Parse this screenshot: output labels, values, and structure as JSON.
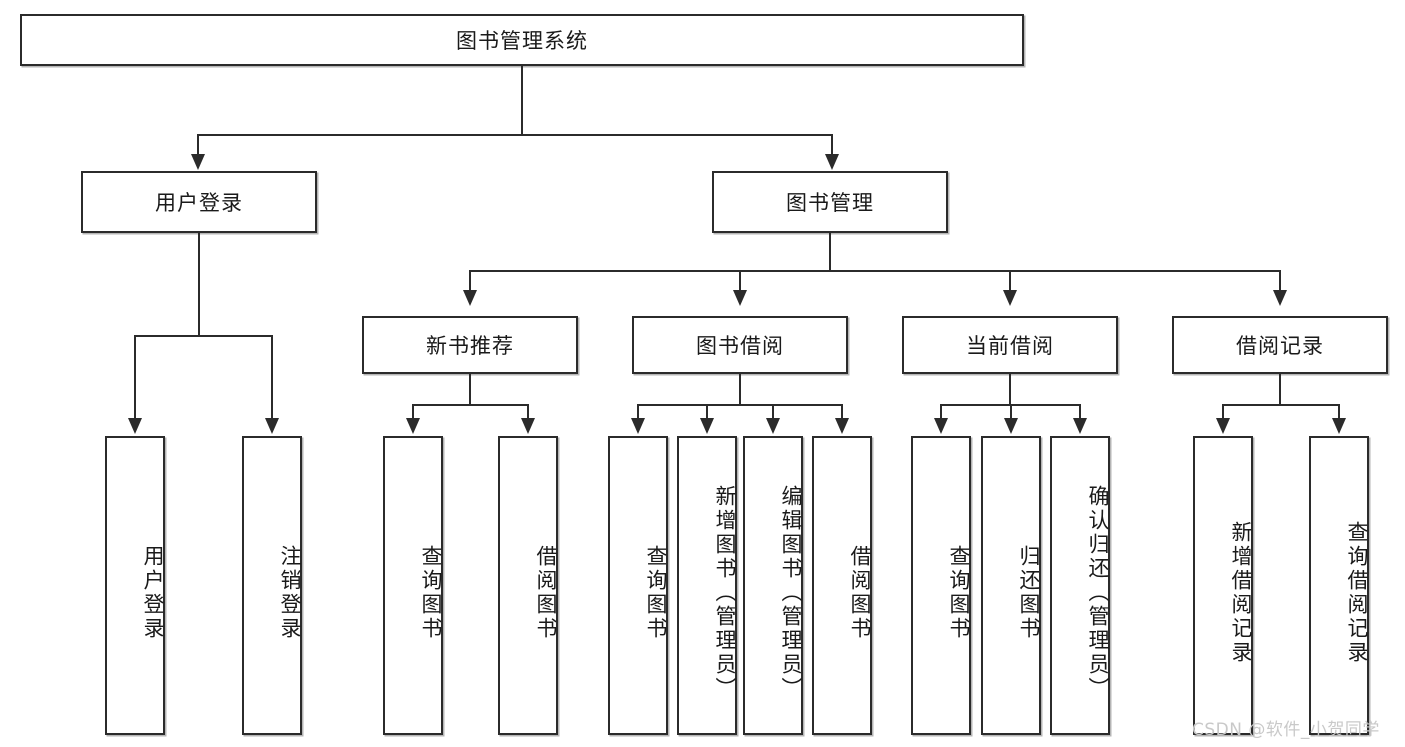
{
  "diagram": {
    "type": "hierarchy-tree",
    "title": "图书管理系统",
    "root": {
      "label": "图书管理系统"
    },
    "level2": [
      {
        "label": "用户登录"
      },
      {
        "label": "图书管理"
      }
    ],
    "level3": [
      {
        "label": "新书推荐"
      },
      {
        "label": "图书借阅"
      },
      {
        "label": "当前借阅"
      },
      {
        "label": "借阅记录"
      }
    ],
    "leaves": {
      "user_login": [
        {
          "label": "用户登录"
        },
        {
          "label": "注销登录"
        }
      ],
      "new_book_recommend": [
        {
          "label": "查询图书"
        },
        {
          "label": "借阅图书"
        }
      ],
      "book_borrow": [
        {
          "label": "查询图书"
        },
        {
          "label": "新增图书（管理员）"
        },
        {
          "label": "编辑图书（管理员）"
        },
        {
          "label": "借阅图书"
        }
      ],
      "current_borrow": [
        {
          "label": "查询图书"
        },
        {
          "label": "归还图书"
        },
        {
          "label": "确认归还（管理员）"
        }
      ],
      "borrow_record": [
        {
          "label": "新增借阅记录"
        },
        {
          "label": "查询借阅记录"
        }
      ]
    }
  },
  "watermark": {
    "text": "CSDN @软件_小贺同学"
  },
  "colors": {
    "stroke": "#2b2b2b",
    "background": "#ffffff",
    "text": "#1a1a1a",
    "watermark": "#c9c9c9"
  }
}
